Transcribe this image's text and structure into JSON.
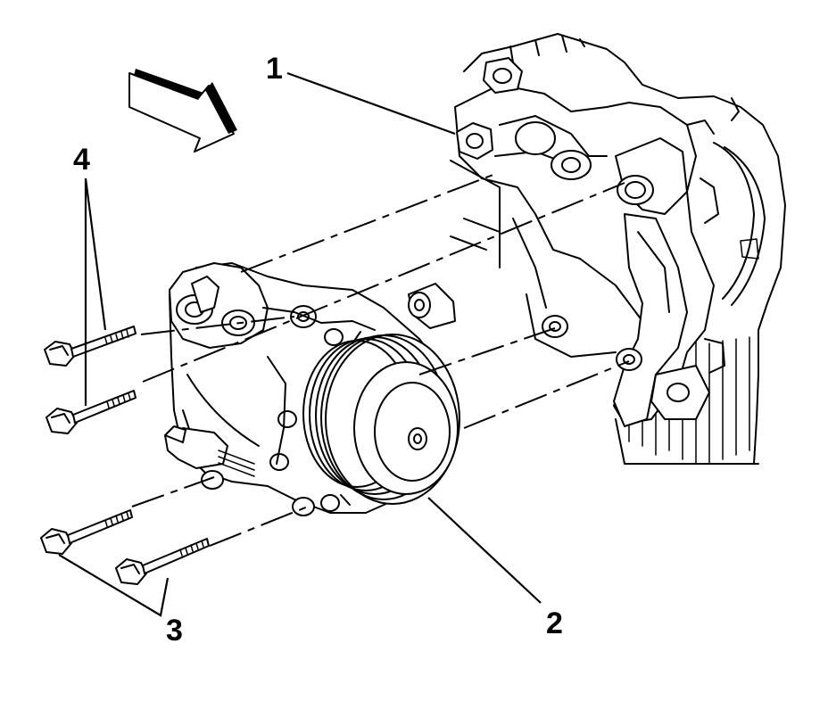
{
  "figure": {
    "callouts": [
      {
        "id": "1",
        "label": "1"
      },
      {
        "id": "2",
        "label": "2"
      },
      {
        "id": "3",
        "label": "3"
      },
      {
        "id": "4",
        "label": "4"
      }
    ],
    "colors": {
      "ink": "#000000",
      "paper": "#ffffff"
    },
    "icons": {
      "direction": "front-direction-arrow-icon"
    }
  }
}
